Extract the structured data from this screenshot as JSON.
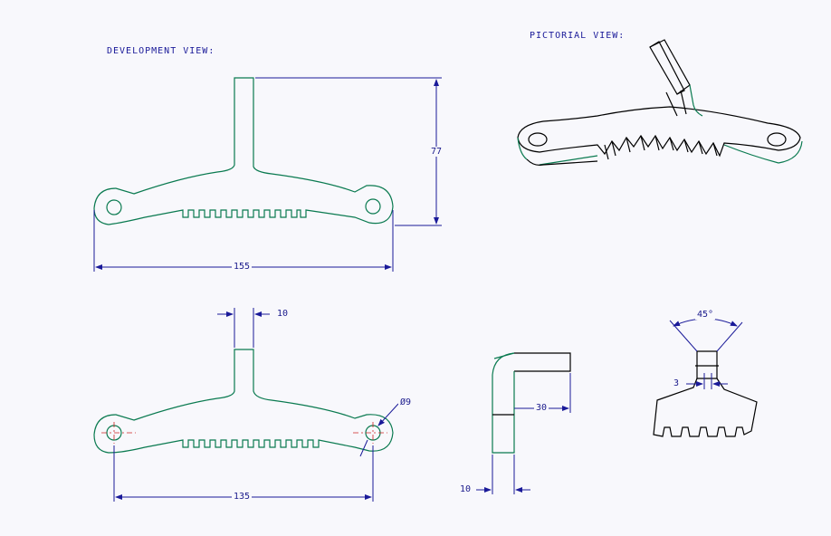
{
  "views": {
    "development_title": "DEVELOPMENT VIEW:",
    "pictorial_title": "PICTORIAL VIEW:"
  },
  "dimensions": {
    "height_77": "77",
    "width_155": "155",
    "stem_10": "10",
    "hole_dia": "Ø9",
    "center_135": "135",
    "flange_30": "30",
    "thickness_10": "10",
    "angle_45": "45°",
    "tip_3": "3"
  },
  "colors": {
    "outline": "#0a7a50",
    "dimension": "#1a1a99",
    "background": "#f8f8fc",
    "centerline": "#cc2222"
  }
}
